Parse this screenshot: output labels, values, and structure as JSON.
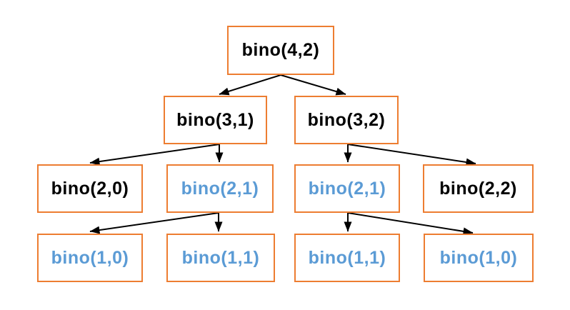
{
  "diagram": {
    "type": "recursion-tree",
    "function_name": "bino",
    "colors": {
      "background": "#FFFFFF",
      "box_border": "#ED7D31",
      "default_text": "#000000",
      "highlight_text": "#5B9BD5",
      "arrow": "#000000"
    },
    "nodes": [
      {
        "id": "n42",
        "label": "bino(4,2)",
        "color": "black",
        "level": 1
      },
      {
        "id": "n31",
        "label": "bino(3,1)",
        "color": "black",
        "level": 2
      },
      {
        "id": "n32",
        "label": "bino(3,2)",
        "color": "black",
        "level": 2
      },
      {
        "id": "n20",
        "label": "bino(2,0)",
        "color": "black",
        "level": 3
      },
      {
        "id": "n21a",
        "label": "bino(2,1)",
        "color": "blue",
        "level": 3
      },
      {
        "id": "n21b",
        "label": "bino(2,1)",
        "color": "blue",
        "level": 3
      },
      {
        "id": "n22",
        "label": "bino(2,2)",
        "color": "black",
        "level": 3
      },
      {
        "id": "n10a",
        "label": "bino(1,0)",
        "color": "blue",
        "level": 4
      },
      {
        "id": "n11a",
        "label": "bino(1,1)",
        "color": "blue",
        "level": 4
      },
      {
        "id": "n11b",
        "label": "bino(1,1)",
        "color": "blue",
        "level": 4
      },
      {
        "id": "n10b",
        "label": "bino(1,0)",
        "color": "blue",
        "level": 4
      }
    ],
    "edges": [
      {
        "from": "n42",
        "to": "n31"
      },
      {
        "from": "n42",
        "to": "n32"
      },
      {
        "from": "n31",
        "to": "n20"
      },
      {
        "from": "n31",
        "to": "n21a"
      },
      {
        "from": "n32",
        "to": "n21b"
      },
      {
        "from": "n32",
        "to": "n22"
      },
      {
        "from": "n21a",
        "to": "n10a"
      },
      {
        "from": "n21a",
        "to": "n11a"
      },
      {
        "from": "n21b",
        "to": "n11b"
      },
      {
        "from": "n21b",
        "to": "n10b"
      }
    ]
  }
}
